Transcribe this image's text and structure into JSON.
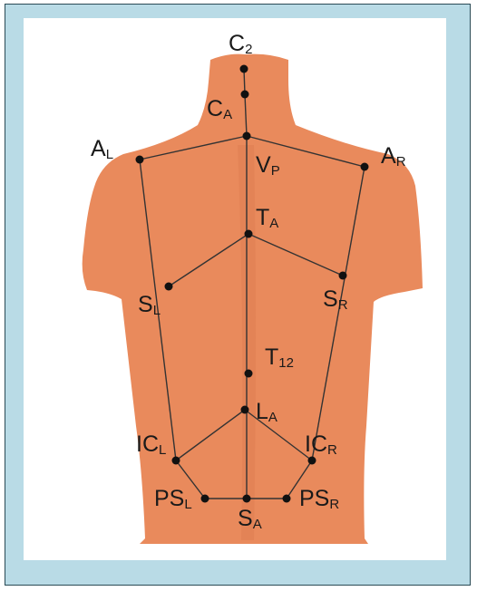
{
  "colors": {
    "frame": "#b9dbe6",
    "skin": "#e98a5c",
    "skin_shade": "#d9754a",
    "line": "#333333",
    "point": "#111111"
  },
  "landmarks": {
    "c2": {
      "main": "C",
      "sub": "2"
    },
    "ca": {
      "main": "C",
      "sub": "A"
    },
    "vp": {
      "main": "V",
      "sub": "P"
    },
    "al": {
      "main": "A",
      "sub": "L"
    },
    "ar": {
      "main": "A",
      "sub": "R"
    },
    "ta": {
      "main": "T",
      "sub": "A"
    },
    "sl": {
      "main": "S",
      "sub": "L"
    },
    "sr": {
      "main": "S",
      "sub": "R"
    },
    "t12": {
      "main": "T",
      "sub": "12"
    },
    "la": {
      "main": "L",
      "sub": "A"
    },
    "icl": {
      "main": "IC",
      "sub": "L"
    },
    "icr": {
      "main": "IC",
      "sub": "R"
    },
    "psl": {
      "main": "PS",
      "sub": "L"
    },
    "psr": {
      "main": "PS",
      "sub": "R"
    },
    "sa": {
      "main": "S",
      "sub": "A"
    }
  }
}
